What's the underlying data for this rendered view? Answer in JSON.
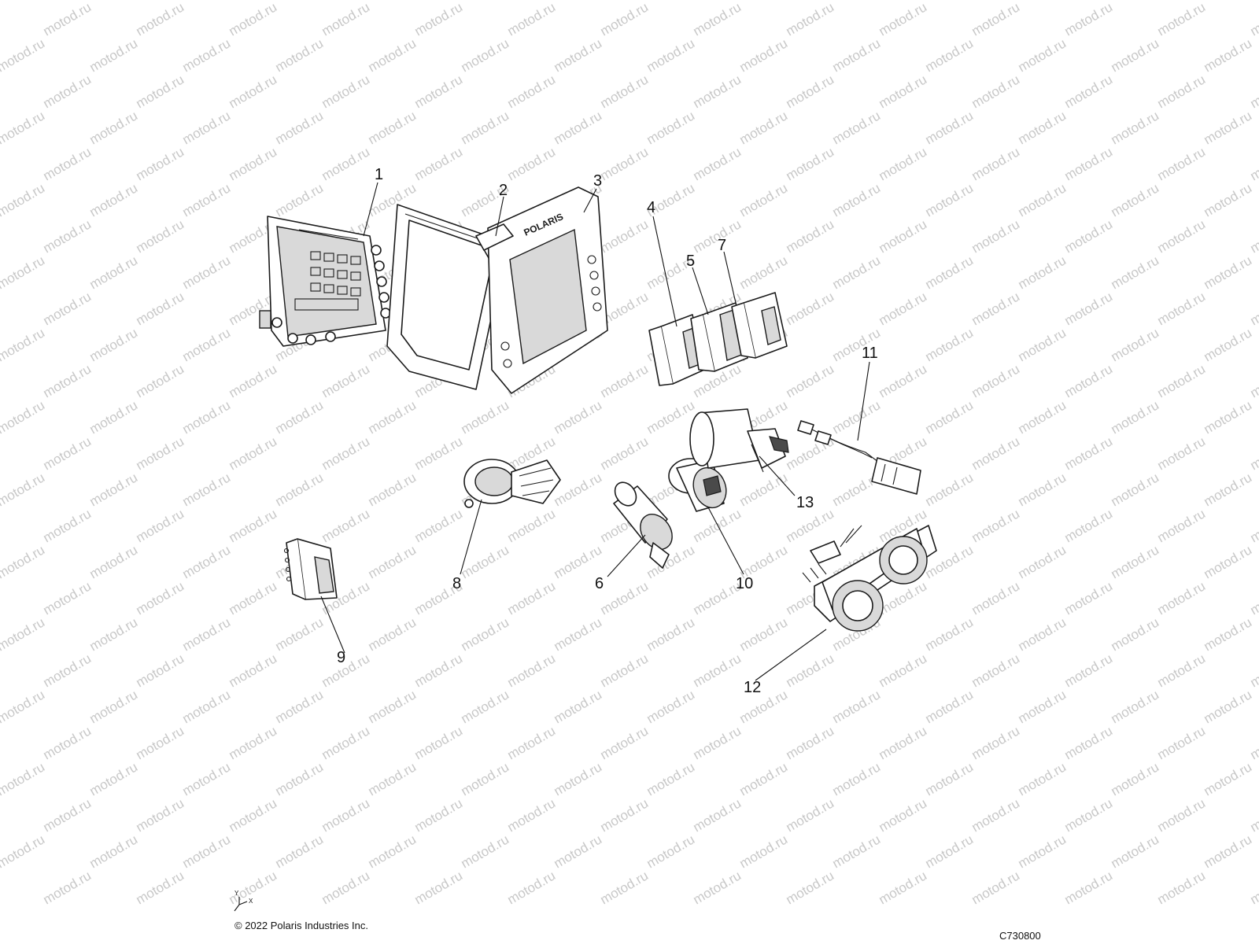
{
  "watermark": {
    "text": "motod.ru"
  },
  "callouts": [
    {
      "number": "1",
      "part": "instrument-cluster-rear-housing"
    },
    {
      "number": "2",
      "part": "display-gasket-frame"
    },
    {
      "number": "3",
      "part": "polaris-display-bezel"
    },
    {
      "number": "4",
      "part": "rocker-switch"
    },
    {
      "number": "5",
      "part": "rocker-switch"
    },
    {
      "number": "6",
      "part": "power-outlet"
    },
    {
      "number": "7",
      "part": "rocker-switch"
    },
    {
      "number": "8",
      "part": "ignition-key-switch"
    },
    {
      "number": "9",
      "part": "rocker-switch"
    },
    {
      "number": "10",
      "part": "power-outlet-with-cap"
    },
    {
      "number": "11",
      "part": "wire-harness-connector"
    },
    {
      "number": "12",
      "part": "dual-knob-control-panel"
    },
    {
      "number": "13",
      "part": "handlebar-grip-switch"
    }
  ],
  "bezel_logo_text": "POLARIS",
  "axis": {
    "y_label": "Y",
    "x_label": "X"
  },
  "copyright": "© 2022 Polaris Industries Inc.",
  "figure_code": "C730800"
}
